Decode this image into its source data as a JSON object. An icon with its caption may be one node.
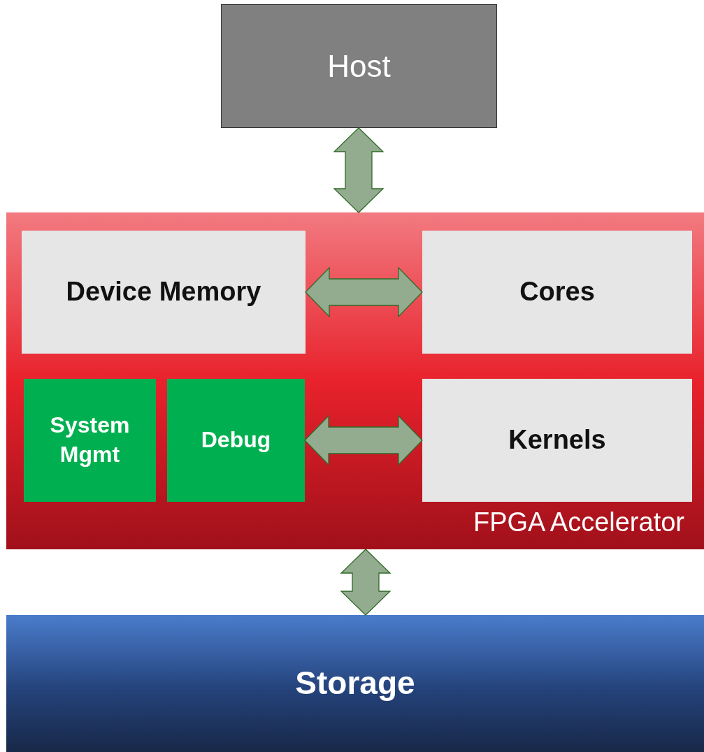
{
  "diagram": {
    "nodes": [
      {
        "text": [
          "Host"
        ]
      },
      {
        "text": [
          "FPGA Accelerator"
        ]
      },
      {
        "text": [
          "Device Memory"
        ],
        "in": 1
      },
      {
        "text": [
          "Cores"
        ],
        "in": 1
      },
      {
        "text": [
          "System Mgmt"
        ],
        "in": 1
      },
      {
        "text": [
          "Debug"
        ],
        "in": 1
      },
      {
        "text": [
          "Kernels"
        ],
        "in": 1
      },
      {
        "text": [
          "Storage"
        ]
      }
    ],
    "edges": [
      {
        "from": 0,
        "to": 1,
        "arrow": "both"
      },
      {
        "from": 2,
        "to": 3,
        "arrow": "both"
      },
      {
        "from": 5,
        "to": 6,
        "arrow": "both"
      },
      {
        "from": 1,
        "to": 7,
        "arrow": "both"
      }
    ]
  }
}
